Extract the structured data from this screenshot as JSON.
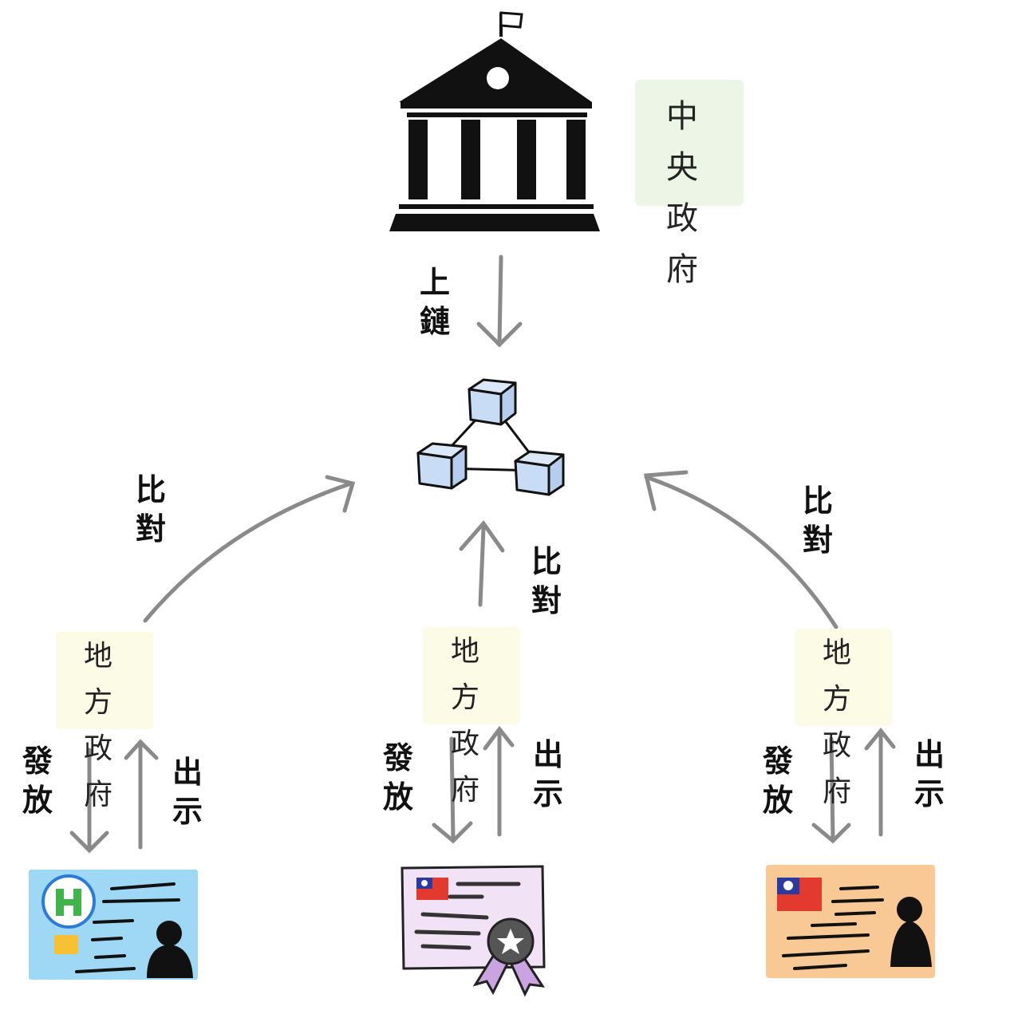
{
  "central_government": {
    "line1": "中 央",
    "line2": "政 府"
  },
  "upload_label": {
    "line1": "上",
    "line2": "鏈"
  },
  "compare_label": {
    "line1": "比",
    "line2": "對"
  },
  "local_government": {
    "line1": "地 方",
    "line2": "政 府"
  },
  "issue_label": {
    "line1": "發",
    "line2": "放"
  },
  "present_label": {
    "line1": "出",
    "line2": "示"
  },
  "colors": {
    "central_box": "#edf5e6",
    "local_box": "#fbfbe6",
    "arrow": "#8a8a8a",
    "cube": "#c9dcf5",
    "health_card": "#9fd8f4",
    "certificate": "#f1e2f6",
    "id_card": "#f8c995",
    "flag_red": "#e23a2e",
    "flag_blue": "#2a3aa0"
  },
  "icons": [
    "government-building-icon",
    "blockchain-network-icon",
    "health-insurance-card-icon",
    "certificate-icon",
    "id-card-icon"
  ]
}
